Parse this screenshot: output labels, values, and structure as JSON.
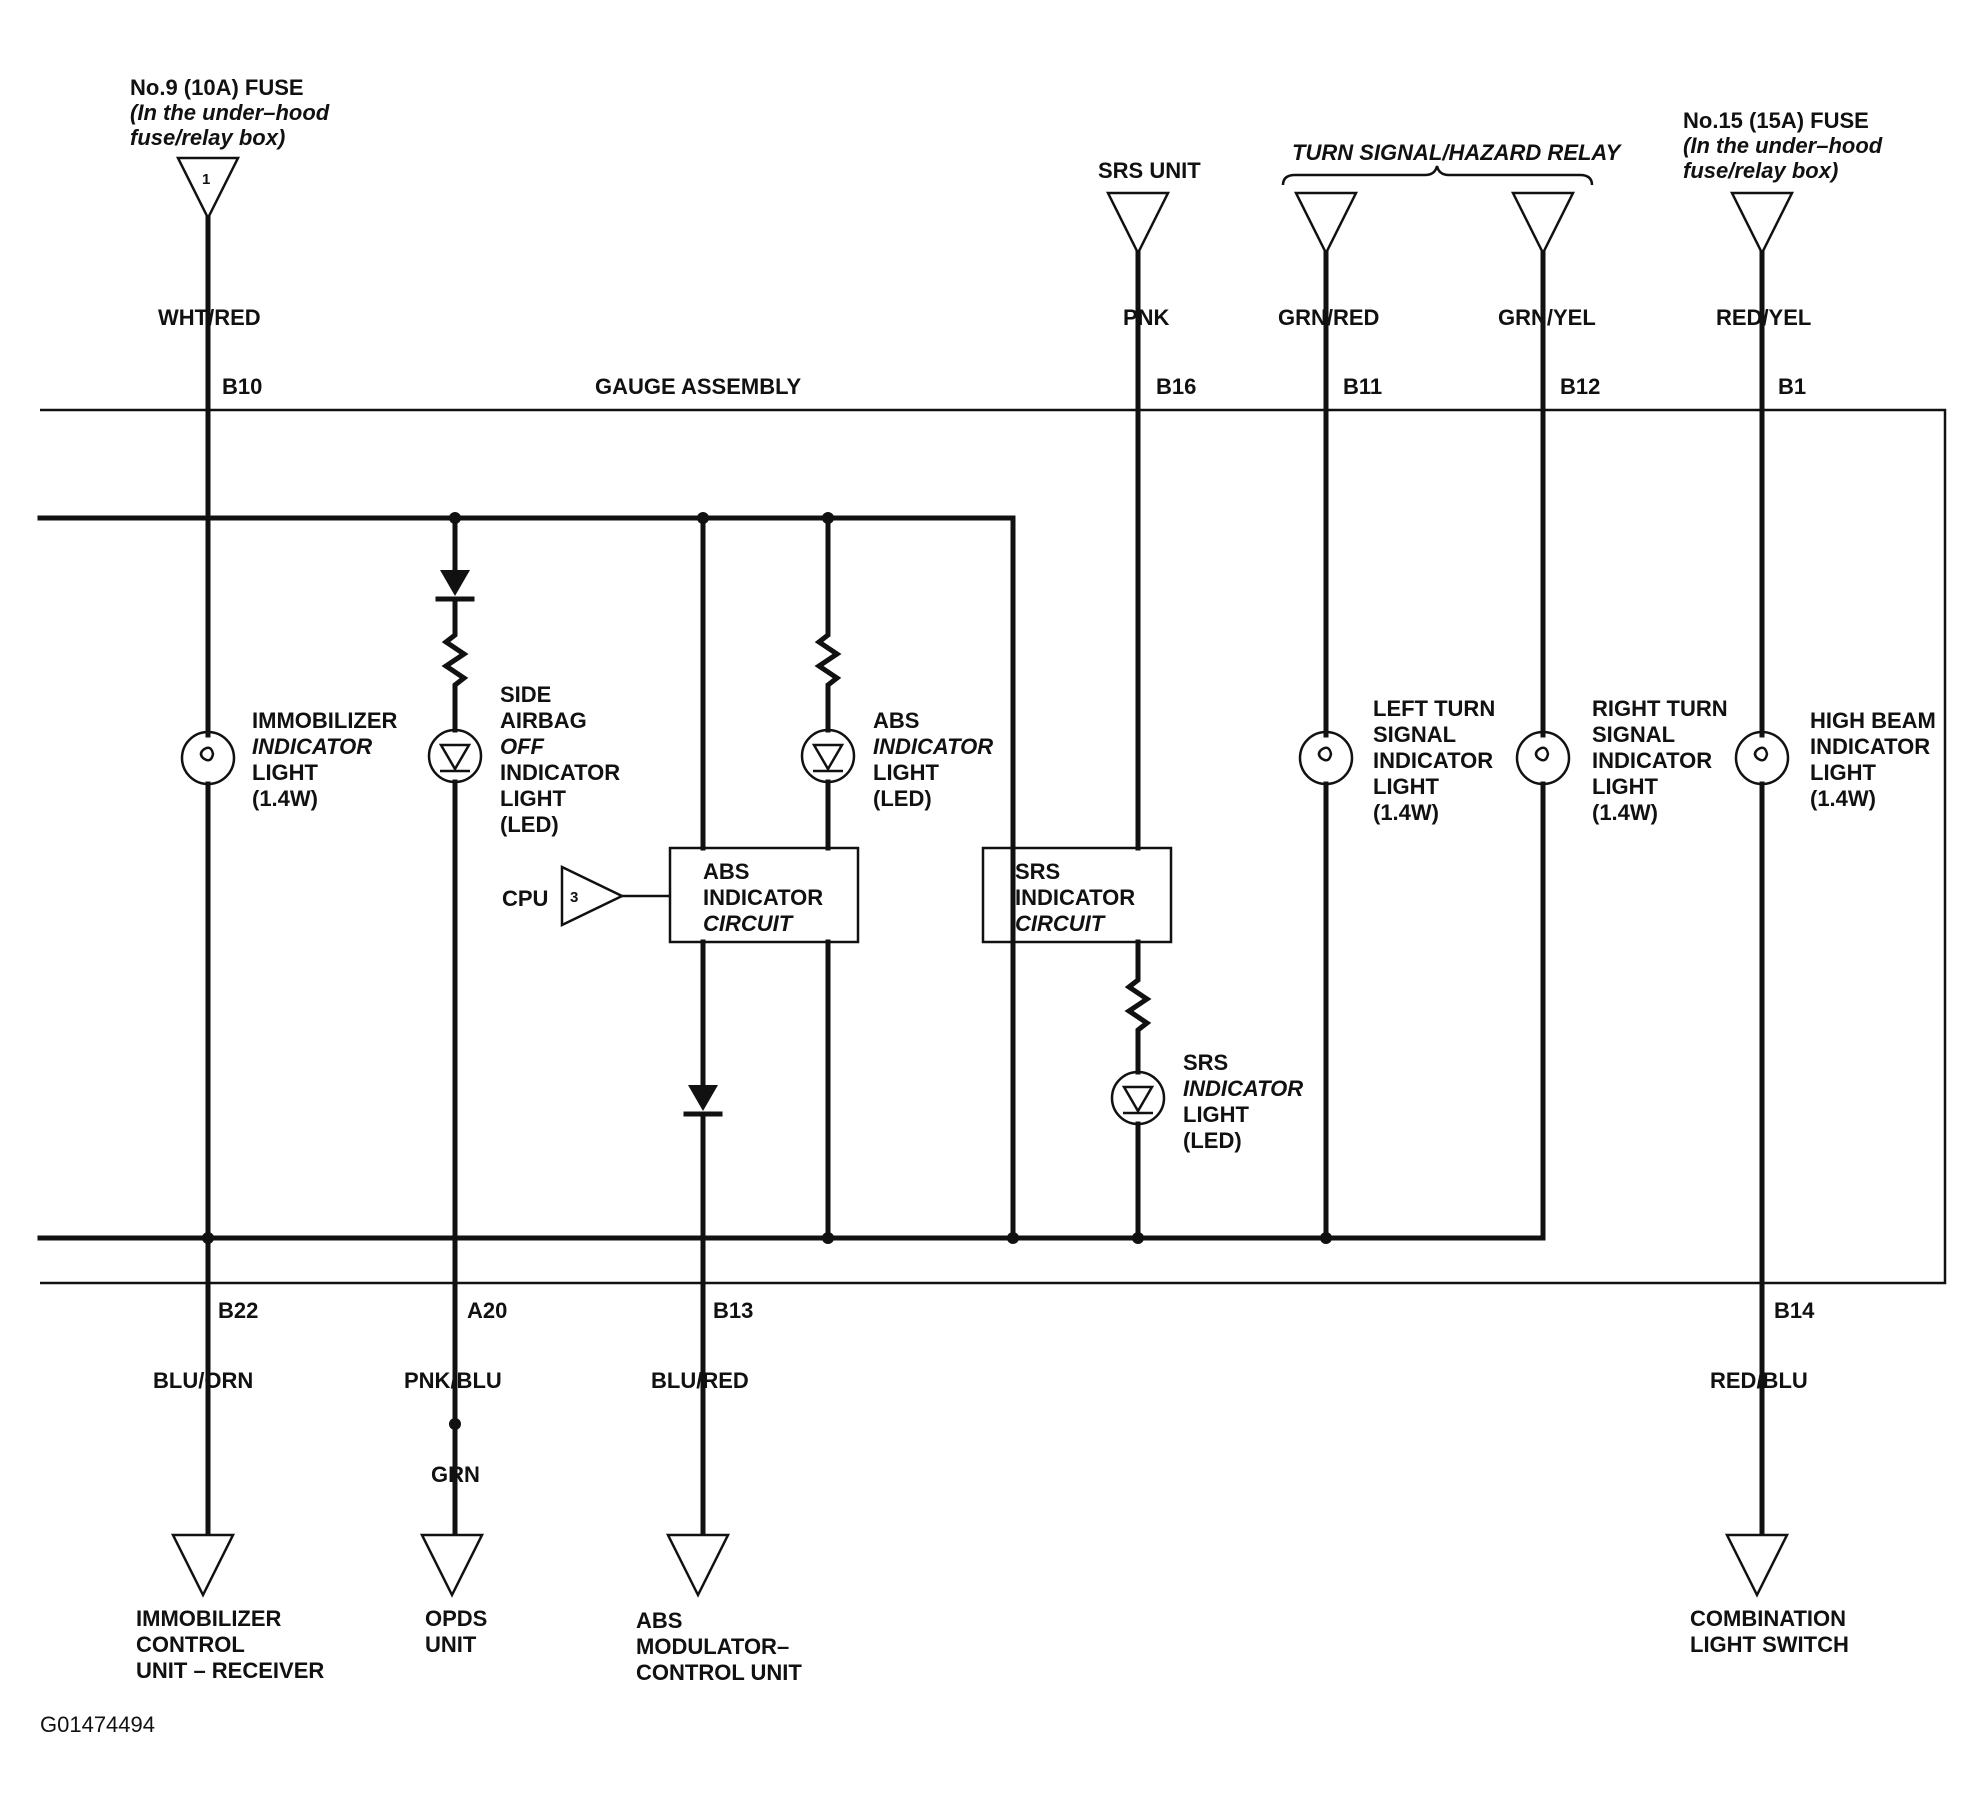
{
  "fuse_left": {
    "line1": "No.9 (10A) FUSE",
    "line2": "(In the under–hood",
    "line3": "fuse/relay box)",
    "pin": "1"
  },
  "fuse_right": {
    "line1": "No.15 (15A) FUSE",
    "line2": "(In the under–hood",
    "line3": "fuse/relay box)"
  },
  "srs_unit": "SRS UNIT",
  "turn_relay": "TURN SIGNAL/HAZARD RELAY",
  "gauge_assembly": "GAUGE ASSEMBLY",
  "wires": {
    "w_b10": "WHT/RED",
    "w_b16": "PNK",
    "w_b11": "GRN/RED",
    "w_b12": "GRN/YEL",
    "w_b1": "RED/YEL",
    "w_b22": "BLU/ORN",
    "w_a20": "PNK/BLU",
    "w_grn": "GRN",
    "w_b13": "BLU/RED",
    "w_b14": "RED/BLU"
  },
  "pins": {
    "b10": "B10",
    "b16": "B16",
    "b11": "B11",
    "b12": "B12",
    "b1": "B1",
    "b22": "B22",
    "a20": "A20",
    "b13": "B13",
    "b14": "B14"
  },
  "components": {
    "immobilizer_light": [
      "IMMOBILIZER",
      "INDICATOR",
      "LIGHT",
      "(1.4W)"
    ],
    "side_airbag_light": [
      "SIDE",
      "AIRBAG",
      "OFF",
      "INDICATOR",
      "LIGHT",
      "(LED)"
    ],
    "abs_light": [
      "ABS",
      "INDICATOR",
      "LIGHT",
      "(LED)"
    ],
    "abs_circuit": [
      "ABS",
      "INDICATOR",
      "CIRCUIT"
    ],
    "srs_circuit": [
      "SRS",
      "INDICATOR",
      "CIRCUIT"
    ],
    "srs_light": [
      "SRS",
      "INDICATOR",
      "LIGHT",
      "(LED)"
    ],
    "left_turn_light": [
      "LEFT TURN",
      "SIGNAL",
      "INDICATOR",
      "LIGHT",
      "(1.4W)"
    ],
    "right_turn_light": [
      "RIGHT TURN",
      "SIGNAL",
      "INDICATOR",
      "LIGHT",
      "(1.4W)"
    ],
    "high_beam_light": [
      "HIGH BEAM",
      "INDICATOR",
      "LIGHT",
      "(1.4W)"
    ],
    "cpu": "CPU",
    "cpu_pin": "3"
  },
  "destinations": {
    "immobilizer_unit": [
      "IMMOBILIZER",
      "CONTROL",
      "UNIT – RECEIVER"
    ],
    "opds_unit": [
      "OPDS",
      "UNIT"
    ],
    "abs_modulator": [
      "ABS",
      "MODULATOR–",
      "CONTROL UNIT"
    ],
    "combination_switch": [
      "COMBINATION",
      "LIGHT SWITCH"
    ]
  },
  "figure_id": "G01474494"
}
